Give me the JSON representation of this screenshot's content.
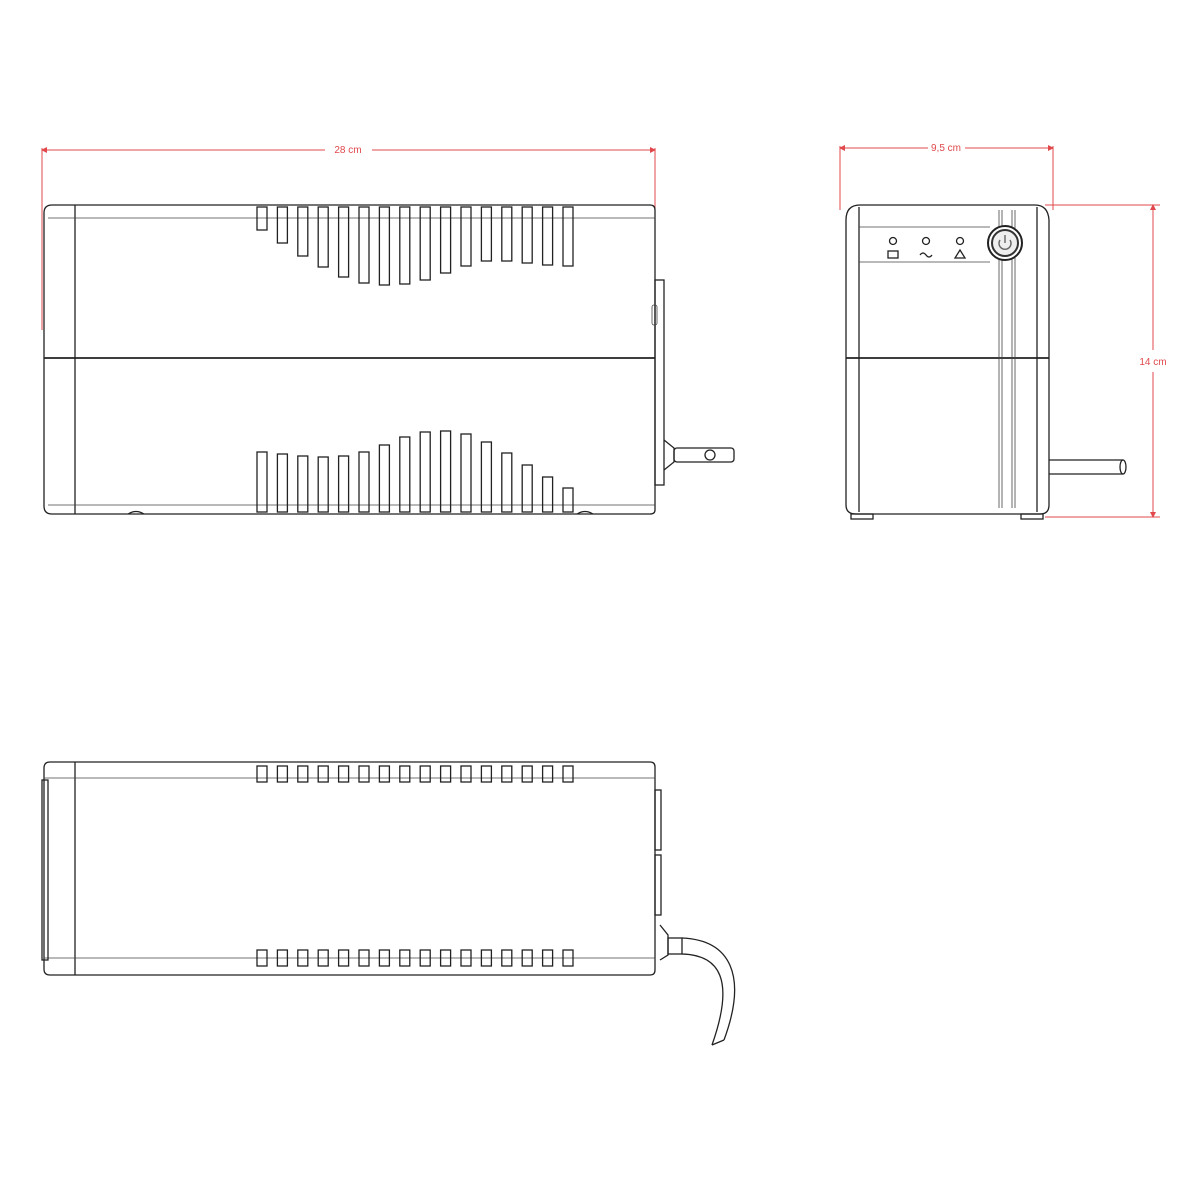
{
  "dimensions": {
    "length": "28 cm",
    "width": "9,5 cm",
    "height": "14 cm"
  },
  "views": [
    "side-view",
    "front-view",
    "top-view"
  ],
  "front_panel": {
    "indicators": [
      "battery-icon",
      "ac-wave-icon",
      "warning-icon"
    ],
    "button": "power-button-icon"
  },
  "colors": {
    "dimension_lines": "#e0484c",
    "outline": "#222222"
  }
}
